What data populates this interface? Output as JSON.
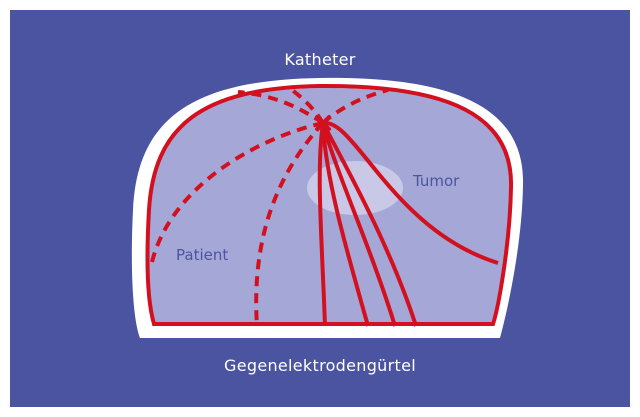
{
  "labels": {
    "catheter": "Katheter",
    "patient": "Patient",
    "tumor": "Tumor",
    "return_electrode_belt": "Gegenelektrodengürtel"
  },
  "colors": {
    "background": "#4b54a0",
    "body": "#a5a8d6",
    "tumor": "#c9c8e7",
    "current_lines": "#d3101f",
    "outline": "#ffffff",
    "text_light": "#ffffff",
    "text_dark": "#4b54a0"
  }
}
